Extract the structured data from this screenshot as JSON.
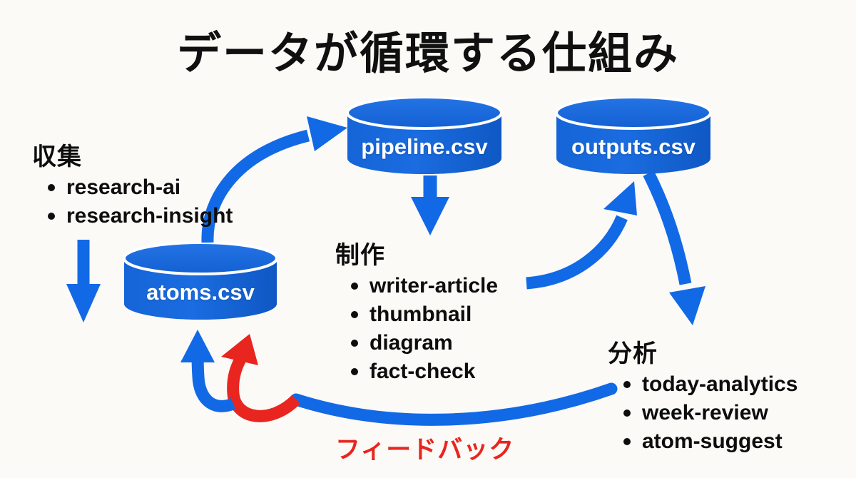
{
  "title": "データが循環する仕組み",
  "colors": {
    "background": "#fbfaf7",
    "cylinder_blue": "#1565d8",
    "cylinder_blue_dark": "#0f55be",
    "arrow_blue": "#1269e6",
    "arrow_red": "#e8261f",
    "text_black": "#0d0d0d",
    "label_white": "#ffffff"
  },
  "databases": {
    "pipeline": {
      "label": "pipeline.csv"
    },
    "outputs": {
      "label": "outputs.csv"
    },
    "atoms": {
      "label": "atoms.csv"
    }
  },
  "groups": {
    "collect": {
      "heading": "収集",
      "items": [
        "research-ai",
        "research-insight"
      ]
    },
    "produce": {
      "heading": "制作",
      "items": [
        "writer-article",
        "thumbnail",
        "diagram",
        "fact-check"
      ]
    },
    "analyze": {
      "heading": "分析",
      "items": [
        "today-analytics",
        "week-review",
        "atom-suggest"
      ]
    }
  },
  "feedback": {
    "caption": "フィードバック"
  },
  "flows": [
    {
      "name": "collect-to-atoms",
      "from": "収集",
      "to": "atoms.csv",
      "color": "#1269e6"
    },
    {
      "name": "atoms-to-pipeline",
      "from": "atoms.csv",
      "to": "pipeline.csv",
      "color": "#1269e6"
    },
    {
      "name": "pipeline-to-produce",
      "from": "pipeline.csv",
      "to": "制作",
      "color": "#1269e6"
    },
    {
      "name": "produce-to-outputs",
      "from": "制作",
      "to": "outputs.csv",
      "color": "#1269e6"
    },
    {
      "name": "outputs-to-analyze",
      "from": "outputs.csv",
      "to": "分析",
      "color": "#1269e6"
    },
    {
      "name": "analyze-to-atoms-feedback",
      "from": "分析",
      "to": "atoms.csv",
      "color": "#1269e6"
    },
    {
      "name": "feedback-loop-return",
      "from": "フィードバック",
      "to": "atoms.csv",
      "color": "#e8261f"
    }
  ]
}
